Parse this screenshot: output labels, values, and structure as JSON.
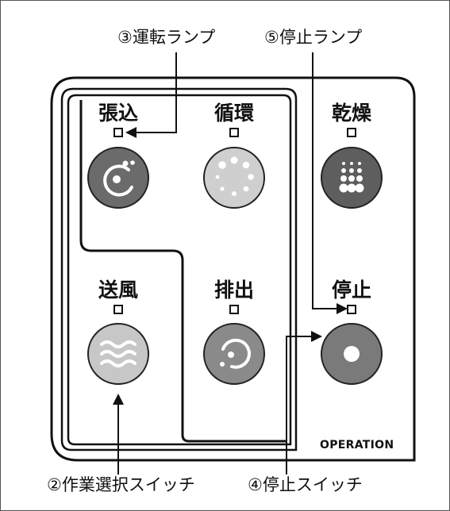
{
  "callouts": {
    "run_lamp": "③運転ランプ",
    "stop_lamp": "⑤停止ランプ",
    "work_switch": "②作業選択スイッチ",
    "stop_switch": "④停止スイッチ"
  },
  "panel": {
    "brand": "OPERATION",
    "buttons": [
      {
        "id": "harikomi",
        "label": "張込",
        "icon": "harikomi-icon"
      },
      {
        "id": "junkan",
        "label": "循環",
        "icon": "circulation-icon"
      },
      {
        "id": "kanso",
        "label": "乾燥",
        "icon": "drying-icon"
      },
      {
        "id": "sofu",
        "label": "送風",
        "icon": "airflow-icon"
      },
      {
        "id": "haishutsu",
        "label": "排出",
        "icon": "discharge-icon"
      },
      {
        "id": "teishi",
        "label": "停止",
        "icon": "stop-icon"
      }
    ]
  },
  "colors": {
    "line": "#111111",
    "button_dark": "#6e6e6e",
    "button_light": "#cfcfcf",
    "button_mid": "#8a8a8a"
  }
}
